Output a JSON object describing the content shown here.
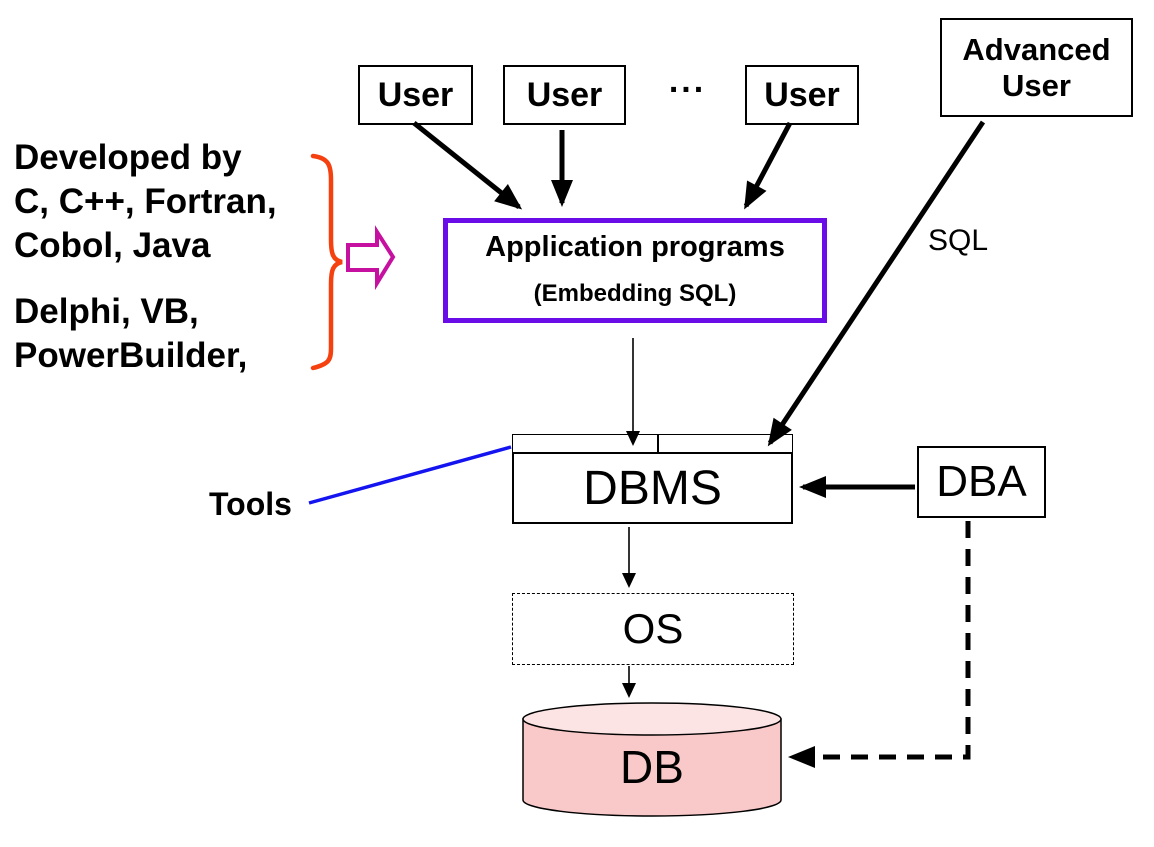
{
  "nodes": {
    "user1": "User",
    "user2": "User",
    "user3": "User",
    "ellipsis": "...",
    "advanced_user": "Advanced User",
    "application_title": "Application programs",
    "application_subtitle": "(Embedding SQL)",
    "dbms": "DBMS",
    "dba": "DBA",
    "os": "OS",
    "db": "DB"
  },
  "labels": {
    "sql": "SQL",
    "tools": "Tools"
  },
  "left_note": {
    "group1": [
      "Developed by",
      "C, C++, Fortran,",
      "Cobol, Java"
    ],
    "group2": [
      "Delphi, VB,",
      "PowerBuilder,"
    ]
  },
  "colors": {
    "app_border": "#6a0ce8",
    "brace": "#f5400f",
    "block_arrow": "#c611a0",
    "tools_line": "#1414f0",
    "db_fill": "#f9c9c9",
    "db_top_fill": "#fce4e4",
    "line": "#000000"
  }
}
